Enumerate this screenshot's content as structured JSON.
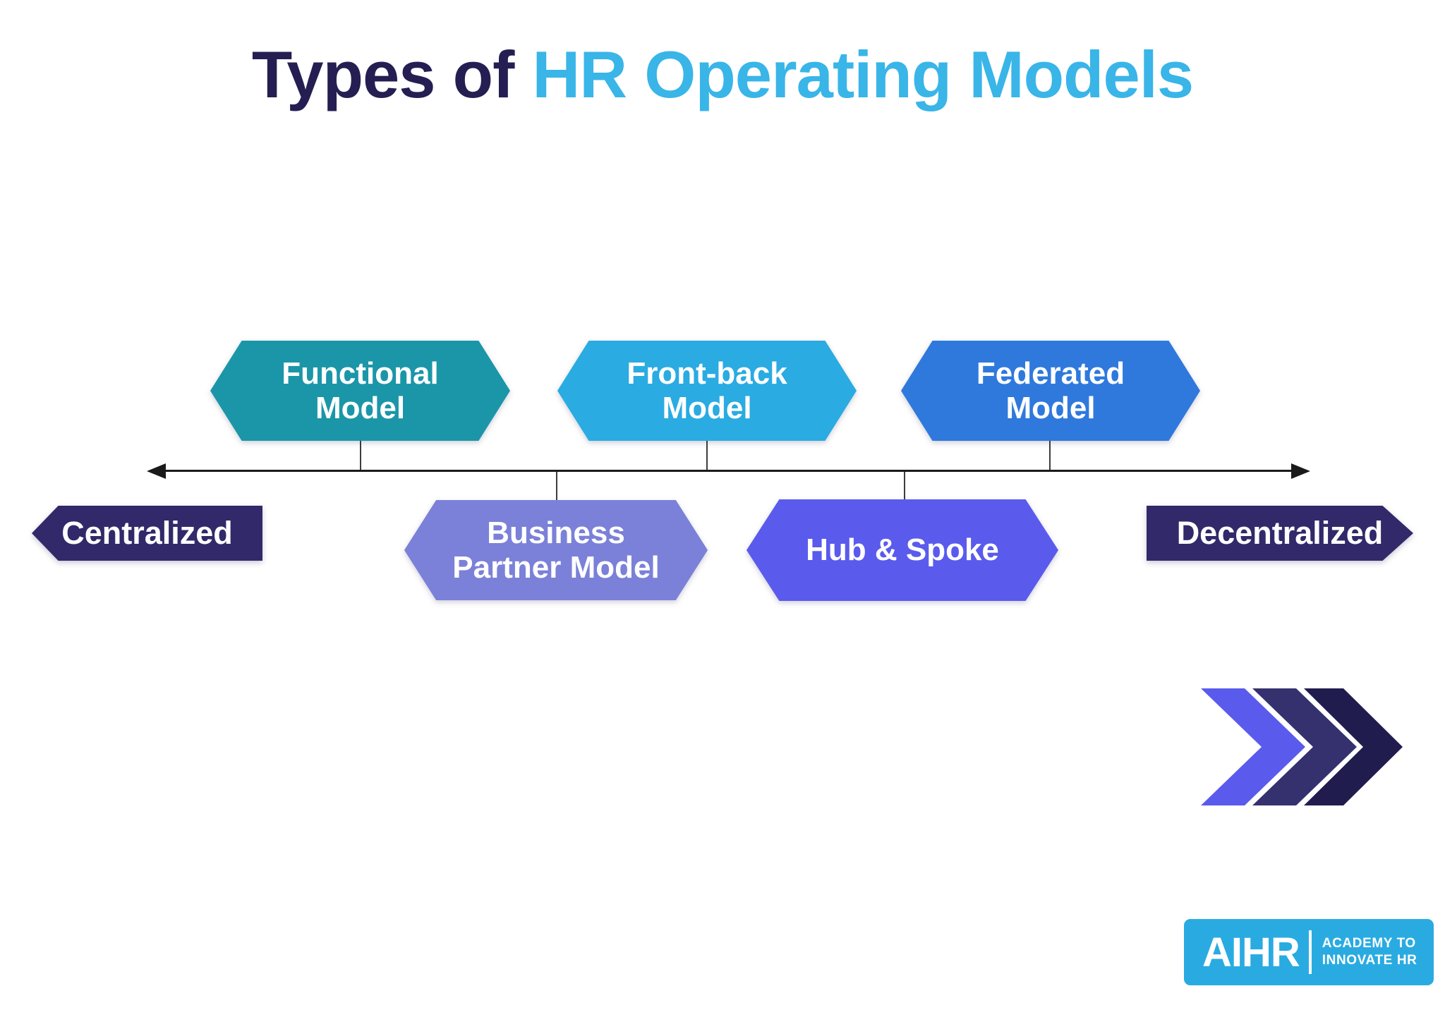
{
  "title": {
    "prefix": "Types of",
    "highlight": "HR Operating Models",
    "prefix_color": "#251e52",
    "highlight_color": "#39b5e8"
  },
  "top_models": [
    {
      "line1": "Functional",
      "line2": "Model",
      "color": "#1b96a8"
    },
    {
      "line1": "Front-back",
      "line2": "Model",
      "color": "#2aabe2"
    },
    {
      "line1": "Federated",
      "line2": "Model",
      "color": "#2f79dd"
    }
  ],
  "bottom_models": [
    {
      "line1": "Business",
      "line2": "Partner Model",
      "color": "#7b81d8"
    },
    {
      "line1": "Hub & Spoke",
      "color": "#5a5bec"
    }
  ],
  "axis": {
    "left_label": "Centralized",
    "right_label": "Decentralized",
    "label_background": "#32296a",
    "line_color": "#1a1a1a",
    "connector_color": "#3d3d3d"
  },
  "chevron_icon": {
    "colors": [
      "#5a5bec",
      "#35316f",
      "#211c4e"
    ]
  },
  "logo": {
    "brand": "AIHR",
    "tagline_line1": "ACADEMY TO",
    "tagline_line2": "INNOVATE HR",
    "background": "#29abe2"
  }
}
